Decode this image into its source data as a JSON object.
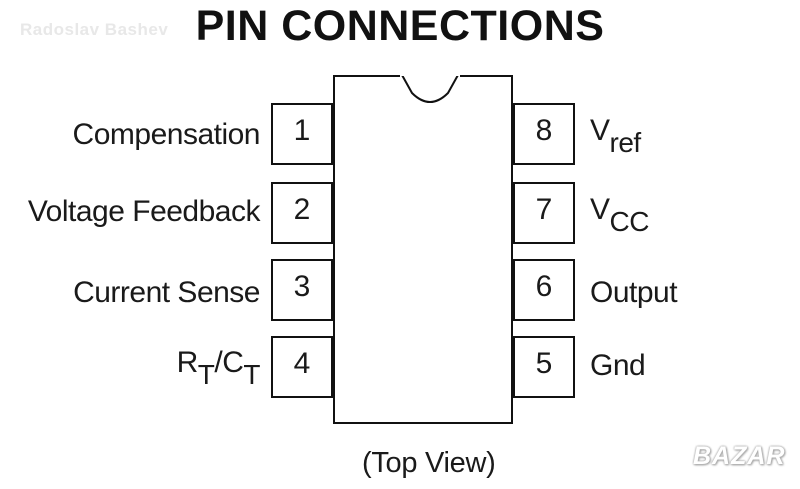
{
  "title": "PIN CONNECTIONS",
  "watermark": "Radoslav Bashev",
  "brand_logo": "BAZAR",
  "view_label": "(Top View)",
  "left_pins": [
    {
      "number": "1",
      "label": "Compensation"
    },
    {
      "number": "2",
      "label": "Voltage Feedback"
    },
    {
      "number": "3",
      "label": "Current Sense"
    },
    {
      "number": "4",
      "label_main1": "R",
      "label_sub1": "T",
      "label_sep": "/",
      "label_main2": "C",
      "label_sub2": "T"
    }
  ],
  "right_pins": [
    {
      "number": "8",
      "label_main": "V",
      "label_sub": "ref"
    },
    {
      "number": "7",
      "label_main": "V",
      "label_sub": "CC"
    },
    {
      "number": "6",
      "label": "Output"
    },
    {
      "number": "5",
      "label": "Gnd"
    }
  ]
}
